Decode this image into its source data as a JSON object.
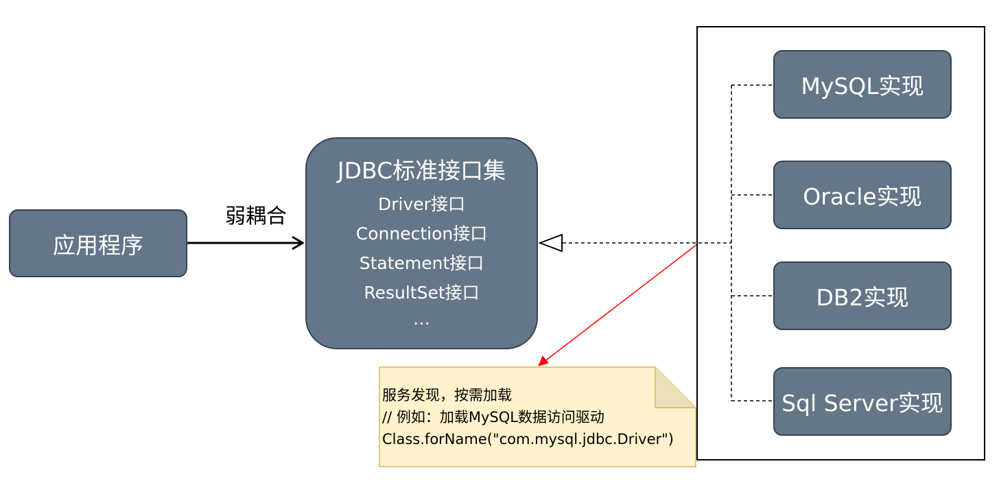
{
  "app": {
    "label": "应用程序"
  },
  "coupling": {
    "label": "弱耦合"
  },
  "jdbc": {
    "title": "JDBC标准接口集",
    "items": [
      "Driver接口",
      "Connection接口",
      "Statement接口",
      "ResultSet接口"
    ],
    "ellipsis": "…"
  },
  "implementations": [
    "MySQL实现",
    "Oracle实现",
    "DB2实现",
    "Sql Server实现"
  ],
  "note": {
    "lines": [
      "服务发现，按需加载",
      "// 例如：加载MySQL数据访问驱动",
      "Class.forName(\"com.mysql.jdbc.Driver\")"
    ]
  },
  "colors": {
    "node_fill": "#647687",
    "node_stroke": "#314354",
    "note_fill": "#fff2cc",
    "note_stroke": "#d6b656",
    "arrow_red": "#ff0000"
  }
}
